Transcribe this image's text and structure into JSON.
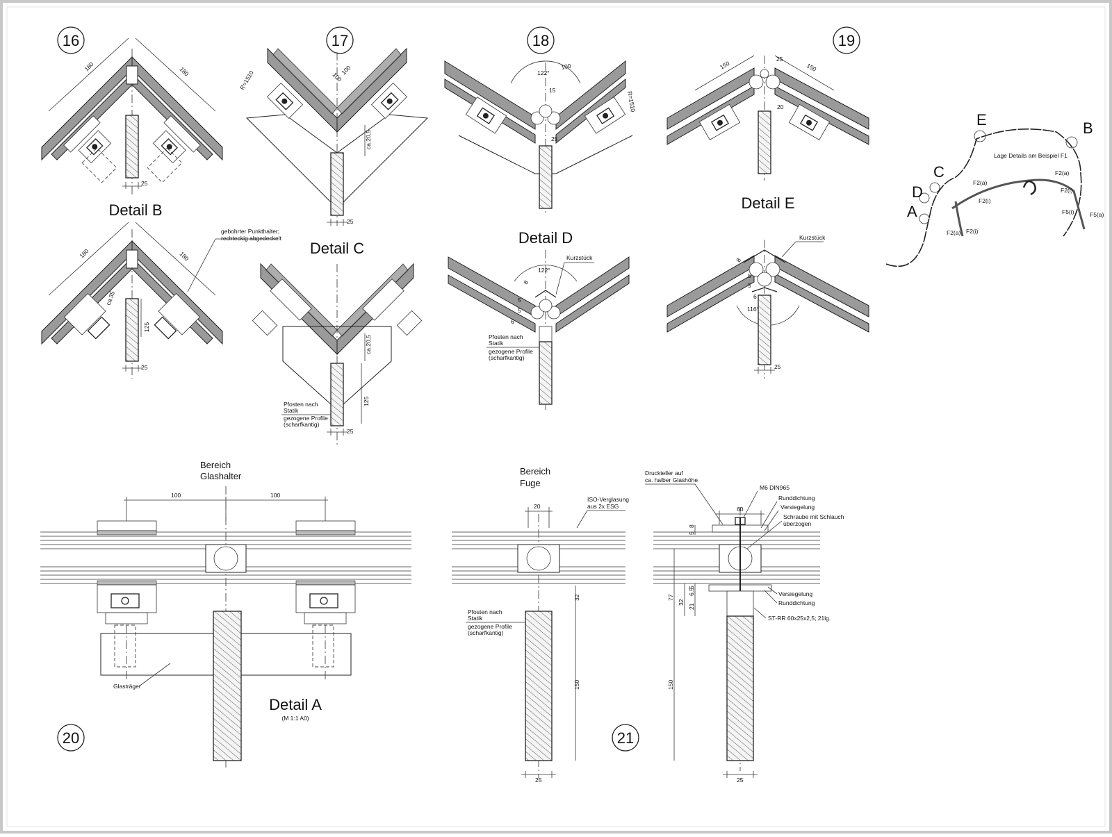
{
  "numbers": {
    "n16": "16",
    "n17": "17",
    "n18": "18",
    "n19": "19",
    "n20": "20",
    "n21": "21"
  },
  "titles": {
    "b": "Detail B",
    "c": "Detail C",
    "d": "Detail D",
    "e": "Detail E",
    "a": "Detail A",
    "a_scale": "(M 1:1 A0)",
    "glashalter_1": "Bereich",
    "glashalter_2": "Glashalter",
    "fuge_1": "Bereich",
    "fuge_2": "Fuge"
  },
  "dims": {
    "d180": "180",
    "d25": "25",
    "d100": "100",
    "d125": "125",
    "ca35": "ca.35",
    "r1510": "R=1510",
    "ca20_5": "ca.20,5",
    "a122": "122°",
    "d15": "15",
    "d150": "150",
    "d20": "20",
    "a116": "116°",
    "d5": "5",
    "d6": "6",
    "d8": "8",
    "d60": "60",
    "d32": "32",
    "d77": "77",
    "d21": "21",
    "d6_5": "6,5"
  },
  "labels": {
    "punkthalter_1": "gebohrter Punkthalter;",
    "punkthalter_2": "rechteckig abgedeckelt",
    "pfosten_1": "Pfosten nach",
    "pfosten_2": "Statik",
    "profile_1": "gezogene Profile",
    "profile_2": "(scharfkantig)",
    "kurzstueck": "Kurzstück",
    "glastraeger": "Glasträger",
    "iso_1": "ISO-Verglasung",
    "iso_2": "aus 2x ESG",
    "druckteller_1": "Druckteller auf",
    "druckteller_2": "ca. halber Glashöhe",
    "m6": "M6 DIN965",
    "rund": "Runddichtung",
    "versieg": "Versiegelung",
    "schraube_1": "Schraube mit Schlauch",
    "schraube_2": "überzogen",
    "strr": "ST-RR 60x25x2,5; 21lg."
  },
  "map": {
    "letters": {
      "a": "A",
      "b": "B",
      "c": "C",
      "d": "D",
      "e": "E"
    },
    "caption": "Lage Details am Beispiel F1",
    "f2a": "F2(a)",
    "f2i": "F2(i)",
    "f5i": "F5(i)",
    "f5a": "F5(a)"
  },
  "colors": {
    "glass": "#9a9a9a",
    "line": "#222222",
    "frame": "#c8c8c8"
  }
}
